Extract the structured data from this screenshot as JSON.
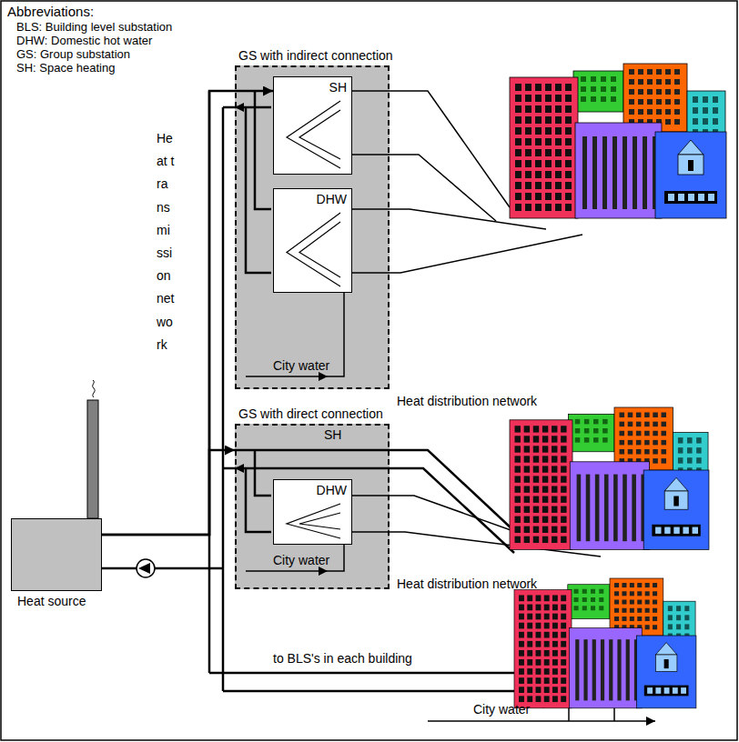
{
  "diagram": {
    "nodes": [
      {
        "text": [
          "GS with indirect connection"
        ]
      },
      {
        "text": [
          "SH"
        ],
        "in": 0
      },
      {
        "text": [
          "DHW"
        ],
        "in": 0
      },
      {
        "text": [
          "GS with direct connection"
        ]
      },
      {
        "text": [
          "DHW"
        ],
        "in": 3
      },
      {
        "text": [
          "Heat source"
        ]
      }
    ],
    "edges": [
      {
        "from": 5,
        "to": 1,
        "arrow": "to"
      },
      {
        "from": 5,
        "to": 3,
        "arrow": "to"
      }
    ],
    "labels": [
      "Abbreviations:",
      "BLS: Building level substation",
      "DHW: Domestic hot water",
      "GS: Group substation",
      "SH: Space heating",
      "Heat transmission network",
      "City water",
      "Heat distribution network",
      "SH",
      "City water",
      "Heat distribution network",
      "to BLS's in each building",
      "City water"
    ]
  }
}
